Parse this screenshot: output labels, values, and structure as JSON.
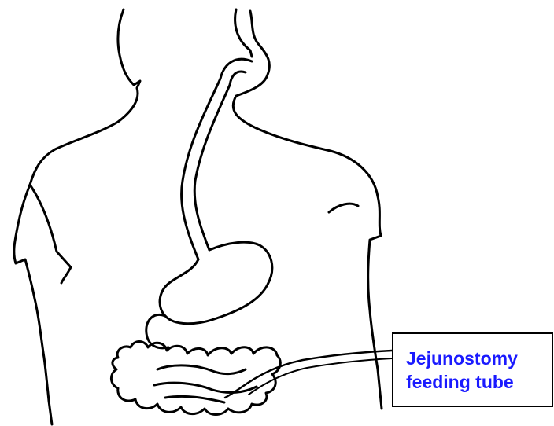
{
  "label": {
    "line1": "Jejunostomy",
    "line2": "feeding tube"
  },
  "colors": {
    "label_text": "#1a1aff",
    "outline": "#000000",
    "background": "#ffffff"
  },
  "icons": {
    "body": "torso-outline-illustration",
    "tract": "digestive-tract-illustration"
  }
}
